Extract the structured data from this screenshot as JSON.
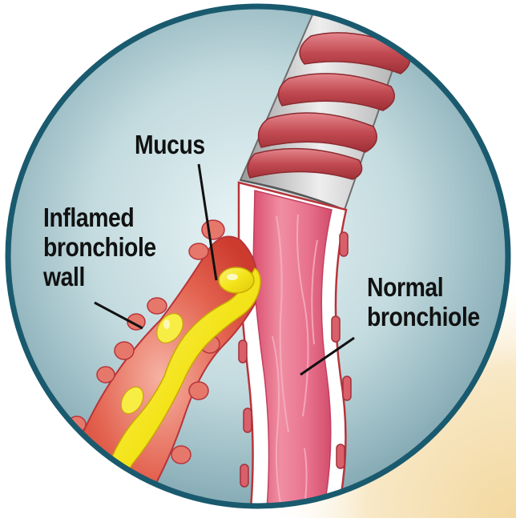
{
  "labels": {
    "mucus": "Mucus",
    "inflamed": [
      "Inflamed",
      "bronchiole",
      "wall"
    ],
    "normal": [
      "Normal",
      "bronchiole"
    ]
  },
  "colors": {
    "circle_border": "#1a5a6e",
    "circle_fill_center": "#e8f3f5",
    "circle_fill_edge": "#7fa6b1",
    "background_glow": "#f2d9a6",
    "tissue_pink": "#e56c8a",
    "tissue_outline": "#b8343a",
    "cartilage": "#c74e55",
    "trachea_gray": "#c9c9c9",
    "inflamed_red": "#d9493b",
    "mucus_yellow": "#f5e81c"
  }
}
